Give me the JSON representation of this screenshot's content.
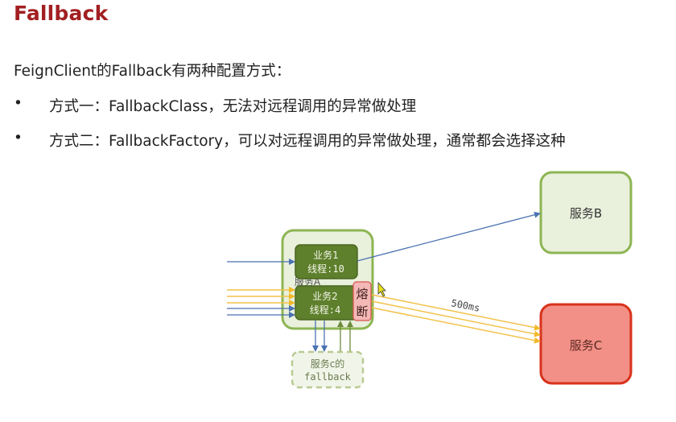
{
  "slide": {
    "title": "Fallback",
    "intro": "FeignClient的Fallback有两种配置方式：",
    "bullets": [
      {
        "marker": "•",
        "text": "方式一：FallbackClass，无法对远程调用的异常做处理"
      },
      {
        "marker": "•",
        "text": "方式二：FallbackFactory，可以对远程调用的异常做处理，通常都会选择这种"
      }
    ]
  },
  "diagram": {
    "service_a": {
      "label": "服务A"
    },
    "business_1": {
      "line1": "业务1",
      "line2": "线程:10"
    },
    "business_2": {
      "line1": "业务2",
      "line2": "线程:4"
    },
    "circuit_breaker": {
      "line1": "熔",
      "line2": "断"
    },
    "service_b": {
      "label": "服务B"
    },
    "service_c": {
      "label": "服务C"
    },
    "fallback": {
      "line1": "服务c的",
      "line2": "fallback"
    },
    "latency_label": "500ms",
    "colors": {
      "title": "#a21f22",
      "container_fill": "#e9f0dc",
      "container_stroke": "#8db553",
      "business_fill": "#5e7f2b",
      "breaker_fill": "#f4b8b6",
      "breaker_stroke": "#d9534f",
      "service_c_fill": "#f28f86",
      "service_c_stroke": "#d8321c",
      "blue_arrow": "#4a72b0",
      "yellow_arrow": "#f2c24a",
      "green_arrow": "#6d8a3c"
    }
  }
}
